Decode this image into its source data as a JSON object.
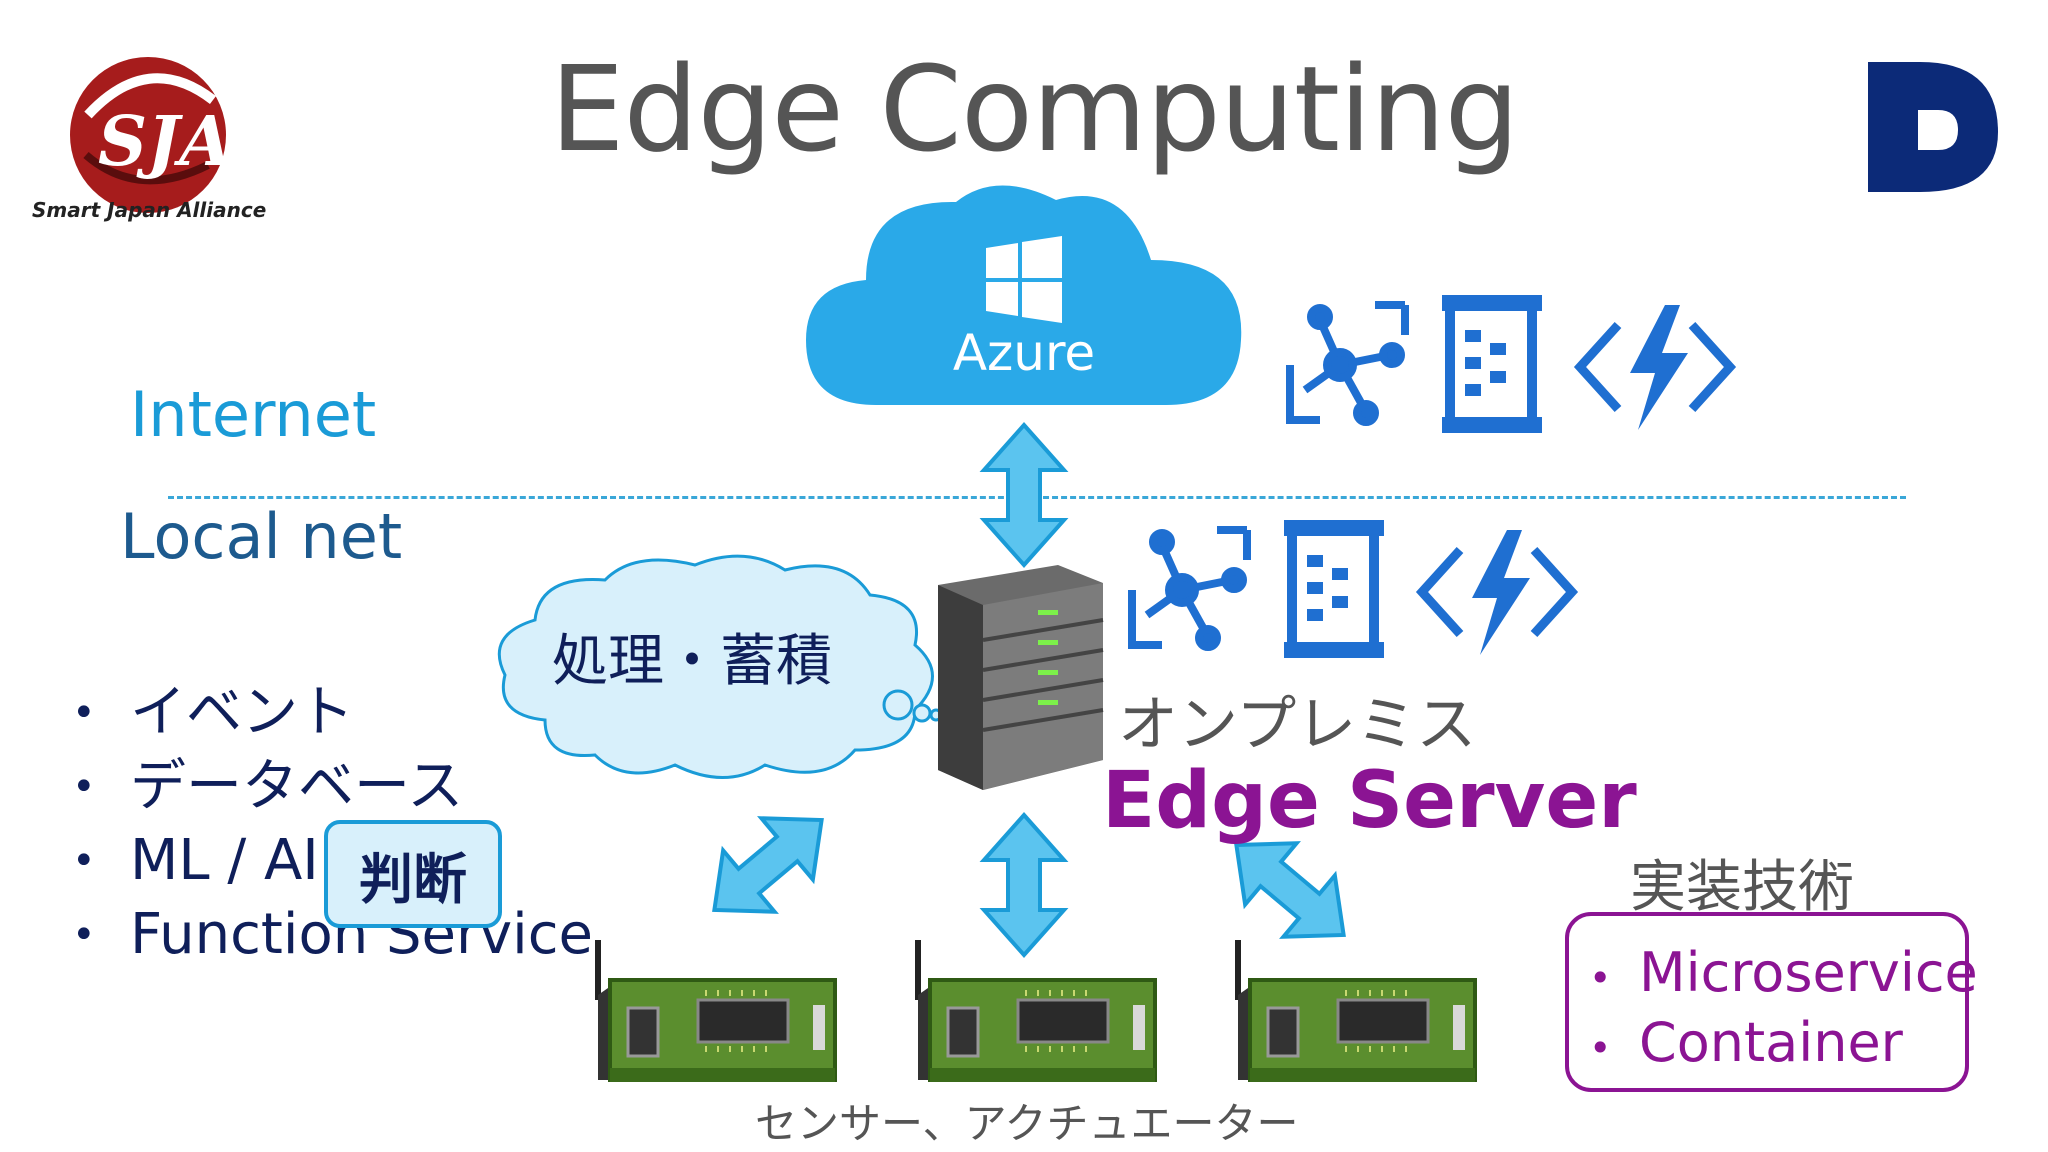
{
  "title": "Edge Computing",
  "logo_left": {
    "text": "Smart Japan Alliance",
    "mark": "SJA"
  },
  "logo_right": {
    "icon": "d-logo-icon"
  },
  "zones": {
    "internet": "Internet",
    "local": "Local net"
  },
  "cloud": {
    "label": "Azure",
    "icon": "windows-logo-icon"
  },
  "service_icons": [
    "iot-hub-icon",
    "stream-analytics-icon",
    "azure-functions-icon"
  ],
  "thought_bubble": {
    "text": "処理・蓄積"
  },
  "left_list": {
    "items": [
      "イベント",
      "データベース",
      "ML / AI",
      "Function Service"
    ],
    "highlight": "判断"
  },
  "server": {
    "subtitle": "オンプレミス",
    "title": "Edge Server"
  },
  "tech": {
    "title": "実装技術",
    "items": [
      "Microservice",
      "Container"
    ]
  },
  "sensors": {
    "caption": "センサー、アクチュエーター",
    "count": 3
  },
  "colors": {
    "accent_blue": "#1a9bd7",
    "icon_blue": "#1f6fd1",
    "purple": "#8b1493",
    "navy": "#0f1f5a"
  }
}
